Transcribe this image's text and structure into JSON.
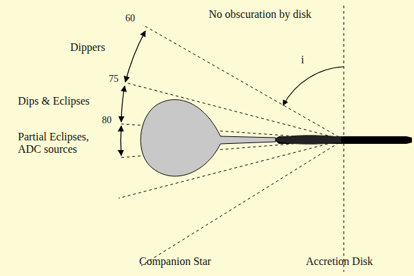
{
  "diagram": {
    "labels": [
      "No obscuration by disk",
      "60",
      "Dippers",
      "75",
      "Dips & Eclipses",
      "80",
      "Partial Eclipses, ADC sources",
      "i",
      "Companion Star",
      "Accretion Disk"
    ]
  }
}
